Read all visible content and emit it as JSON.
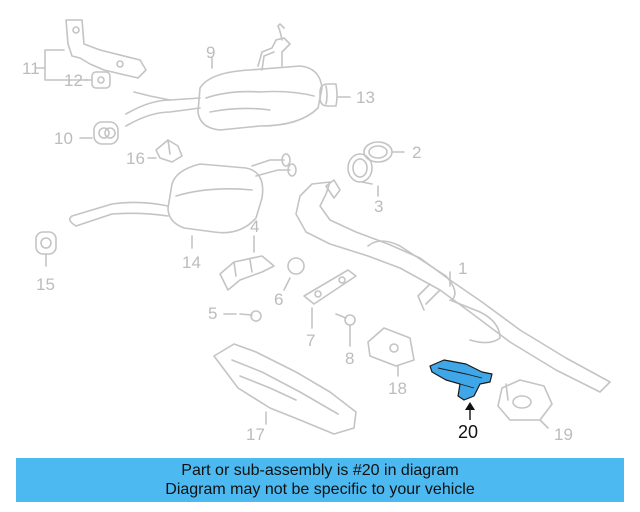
{
  "callouts": [
    {
      "id": "1",
      "label": "1",
      "highlight": false
    },
    {
      "id": "2",
      "label": "2",
      "highlight": false
    },
    {
      "id": "3",
      "label": "3",
      "highlight": false
    },
    {
      "id": "4",
      "label": "4",
      "highlight": false
    },
    {
      "id": "5",
      "label": "5",
      "highlight": false
    },
    {
      "id": "6",
      "label": "6",
      "highlight": false
    },
    {
      "id": "7",
      "label": "7",
      "highlight": false
    },
    {
      "id": "8",
      "label": "8",
      "highlight": false
    },
    {
      "id": "9",
      "label": "9",
      "highlight": false
    },
    {
      "id": "10",
      "label": "10",
      "highlight": false
    },
    {
      "id": "11",
      "label": "11",
      "highlight": false
    },
    {
      "id": "12",
      "label": "12",
      "highlight": false
    },
    {
      "id": "13",
      "label": "13",
      "highlight": false
    },
    {
      "id": "14",
      "label": "14",
      "highlight": false
    },
    {
      "id": "15",
      "label": "15",
      "highlight": false
    },
    {
      "id": "16",
      "label": "16",
      "highlight": false
    },
    {
      "id": "17",
      "label": "17",
      "highlight": false
    },
    {
      "id": "18",
      "label": "18",
      "highlight": false
    },
    {
      "id": "19",
      "label": "19",
      "highlight": false
    },
    {
      "id": "20",
      "label": "20",
      "highlight": true
    }
  ],
  "banner": {
    "line1": "Part or sub-assembly is #20 in diagram",
    "line2": "Diagram may not be specific to your vehicle"
  },
  "colors": {
    "part_outline": "#c4c4c4",
    "highlight_fill": "#3fa7e8",
    "highlight_outline": "#1a1a1a",
    "banner_bg": "#4cb9f0"
  }
}
